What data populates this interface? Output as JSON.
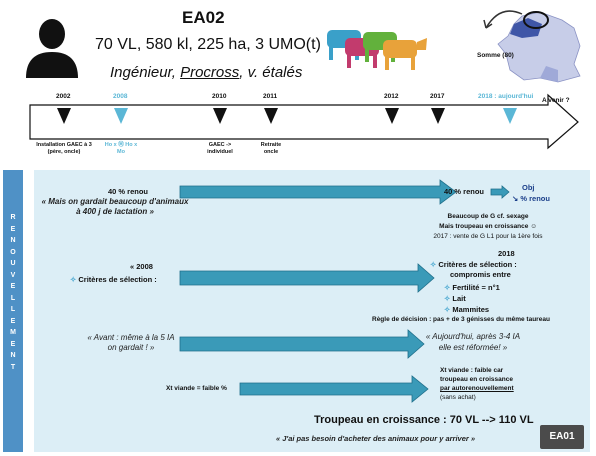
{
  "header": {
    "title": "EA02",
    "subtitle": "70 VL, 580 kl, 225 ha, 3 UMO(t)",
    "role_prefix": "Ingénieur, ",
    "role_link": "Procross",
    "role_suffix": ", v. étalés",
    "map_label": "Somme (80)"
  },
  "timeline": {
    "events": [
      {
        "year": "2002",
        "note": "Installation GAEC à 3 (père, oncle)",
        "highlight": false
      },
      {
        "year": "2008",
        "note": "Ho x Ⓜ Ho x Mo",
        "highlight": true
      },
      {
        "year": "2010",
        "note": "GAEC -> individuel",
        "highlight": false
      },
      {
        "year": "2011",
        "note": "Retraite oncle",
        "highlight": false
      },
      {
        "year": "2012",
        "note": "",
        "highlight": false
      },
      {
        "year": "2017",
        "note": "",
        "highlight": false
      },
      {
        "year": "2018 : aujourd'hui",
        "note": "",
        "highlight": true
      }
    ],
    "future": "A venir ?"
  },
  "side_label": [
    "R",
    "E",
    "N",
    "O",
    "U",
    "V",
    "E",
    "L",
    "L",
    "E",
    "M",
    "E",
    "N",
    "T"
  ],
  "rows": {
    "r1": {
      "left_pct": "40 % renou",
      "left_quote": "« Mais on gardait beaucoup d'animaux à 400 j de lactation »",
      "right_pct": "40 % renou",
      "obj_title": "Obj",
      "obj_sub": "↘ % renou",
      "note1": "Beaucoup de G cf. sexage",
      "note2": "Mais troupeau en croissance ☺",
      "note3": "2017 : vente de G L1 pour la 1ère fois"
    },
    "r2": {
      "left_year": "« 2008",
      "left_crit": "Critères de sélection :",
      "right_year": "2018",
      "right_crit1": "Critères de sélection :",
      "right_crit2": "compromis entre",
      "items": [
        "Fertilité = n°1",
        "Lait",
        "Mammites"
      ],
      "decision": "Règle de décision : pas + de 3 génisses du même taureau"
    },
    "r3": {
      "left_quote": "« Avant : même à la 5 IA on gardait ! »",
      "right_quote": "« Aujourd'hui, après 3-4 IA elle est réformée! »"
    },
    "r4": {
      "left": "Xt viande = faible %",
      "right1": "Xt viande : faible car",
      "right2": "troupeau en croissance",
      "right3": "par autorenouvellement",
      "right4": "(sans achat)"
    },
    "bottom": {
      "growth": "Troupeau en croissance : 70 VL --> 110 VL",
      "quote": "« J'ai pas besoin d'acheter des animaux pour y arriver »"
    }
  },
  "badge": "EA01",
  "colors": {
    "arrow_fill": "#3a9ab8",
    "panel_bg": "#dceef6",
    "side_bar": "#4f91c6",
    "highlight": "#5bb7d6"
  }
}
